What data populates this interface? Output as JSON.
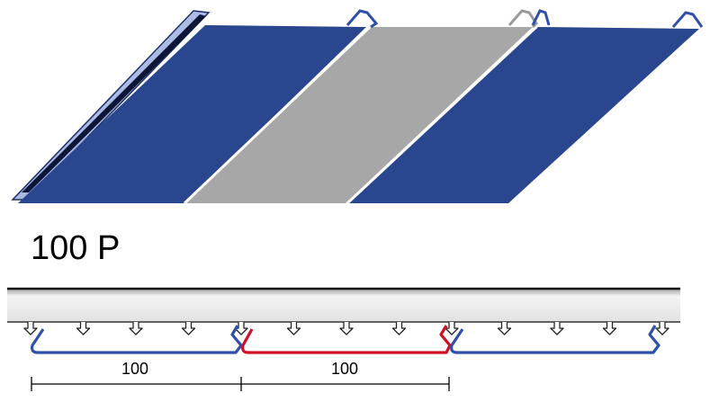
{
  "product": {
    "title": "100 P"
  },
  "dimensions": [
    {
      "label": "100"
    },
    {
      "label": "100"
    }
  ],
  "colors": {
    "panel_blue": "#2a468e",
    "panel_gray": "#a7a7a7",
    "profile_blue": "#2f4fa8",
    "profile_red": "#d01025",
    "carrier_fill": "#e8e8e8",
    "carrier_edge": "#111111"
  },
  "carrier_clip_count": 13
}
